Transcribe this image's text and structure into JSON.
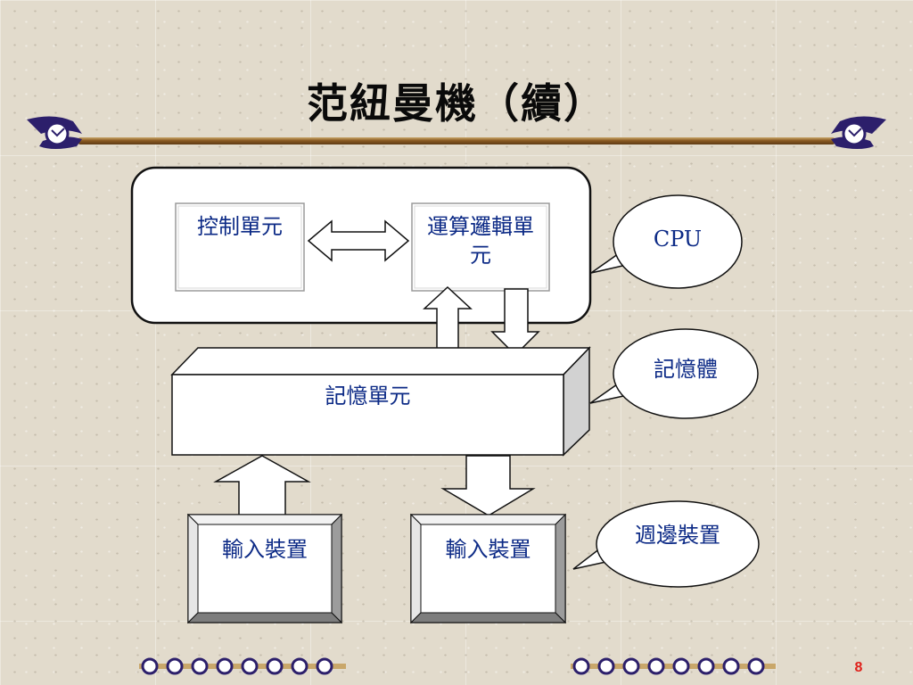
{
  "slide": {
    "title": "范紐曼機（續）",
    "page_number": "8"
  },
  "diagram": {
    "control_unit": "控制單元",
    "alu_unit": "運算邏輯單元",
    "memory_unit": "記憶單元",
    "input_device_left": "輸入裝置",
    "input_device_right": "輸入裝置",
    "callout_cpu": "CPU",
    "callout_memory": "記憶體",
    "callout_peripheral": "週邊裝置"
  },
  "colors": {
    "label_text": "#0c2a86",
    "title_text": "#0a0a0a",
    "page_number": "#e0201a",
    "accent_ornament": "#2c1f6b",
    "rule_brown": "#8a5a22"
  }
}
